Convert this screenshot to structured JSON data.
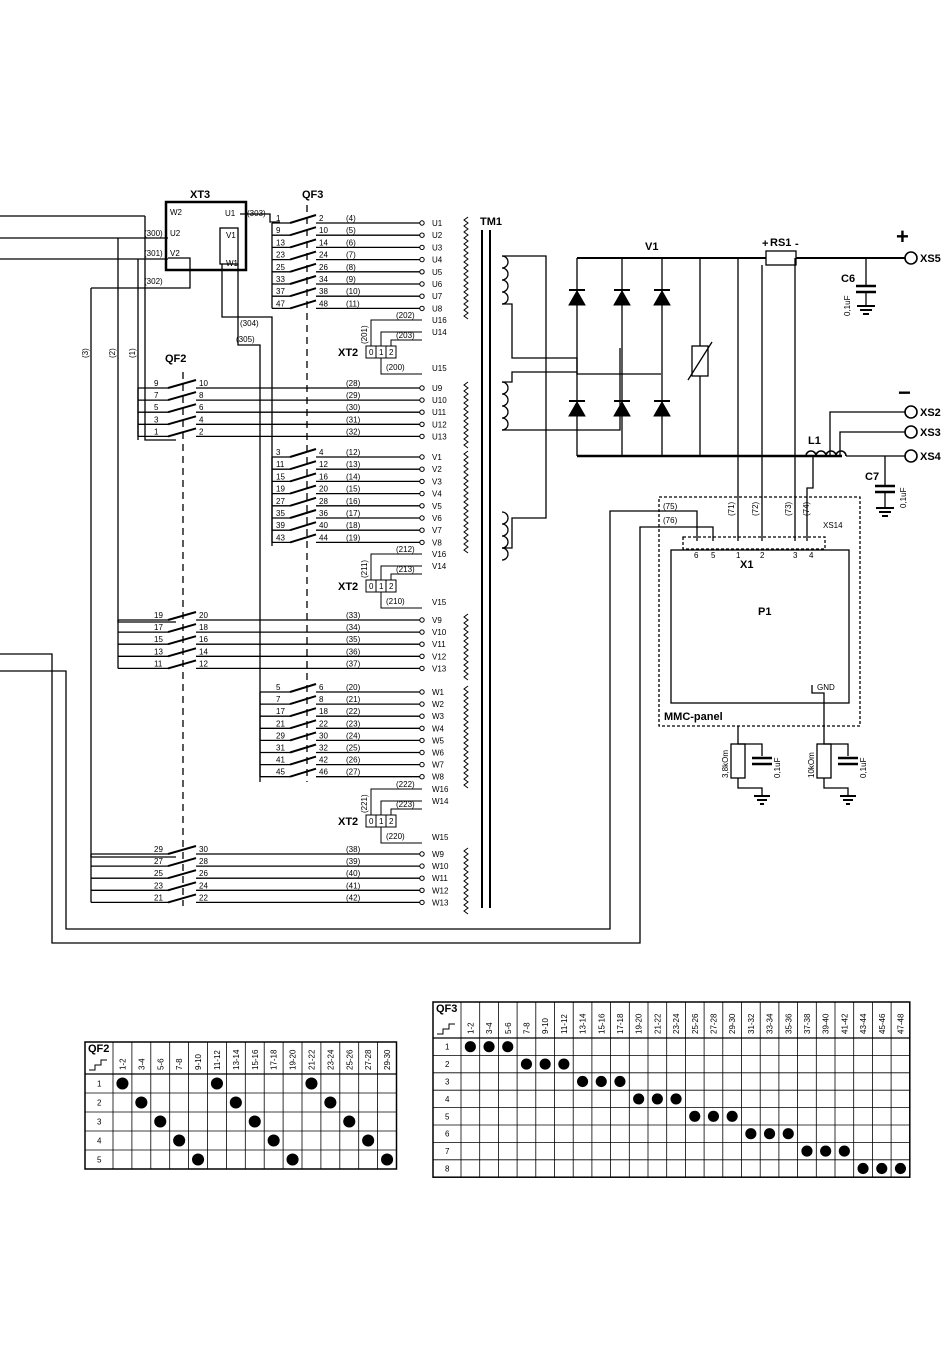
{
  "components": {
    "xt3": {
      "name": "XT3",
      "pins": [
        "W2",
        "U2",
        "V2",
        "U1",
        "V1",
        "W1"
      ]
    },
    "qf3": {
      "name": "QF3"
    },
    "qf2": {
      "name": "QF2"
    },
    "tm1": {
      "name": "TM1"
    },
    "v1": {
      "name": "V1"
    },
    "rs1": {
      "name": "RS1",
      "plus": "+",
      "minus": "-"
    },
    "l1": {
      "name": "L1"
    },
    "c6": {
      "name": "C6",
      "value": "0,1uF"
    },
    "c7": {
      "name": "C7",
      "value": "0,1uF"
    },
    "xt2": {
      "name": "XT2",
      "pins": [
        "0",
        "1",
        "2"
      ]
    },
    "xs": {
      "plus_terminal": "XS5",
      "minus_terminals": [
        "XS2",
        "XS3",
        "XS4"
      ],
      "plus_sign": "+",
      "minus_sign": "−"
    },
    "mmc": {
      "panel_label": "MMC-panel",
      "xs14": "XS14",
      "x1": "X1",
      "p1": "P1",
      "gnd": "GND",
      "x1_pins": [
        "6",
        "5",
        "1",
        "2",
        "3",
        "4"
      ]
    },
    "bottom_parts": [
      {
        "res": "3,8kOm",
        "cap": "0,1uF"
      },
      {
        "res": "10kOm",
        "cap": "0,1uF"
      }
    ]
  },
  "wires": {
    "xt3": [
      "(300)",
      "(301)",
      "(302)",
      "(303)",
      "(304)",
      "(305)"
    ],
    "left": [
      "(3)",
      "(2)",
      "(1)"
    ],
    "mmc": [
      "(75)",
      "(76)",
      "(71)",
      "(72)",
      "(73)",
      "(74)"
    ]
  },
  "qf3_u": {
    "left": [
      "1",
      "9",
      "13",
      "23",
      "25",
      "33",
      "37",
      "47"
    ],
    "right": [
      "2",
      "10",
      "14",
      "24",
      "26",
      "34",
      "38",
      "48"
    ],
    "wires": [
      "(4)",
      "(5)",
      "(6)",
      "(7)",
      "(8)",
      "(9)",
      "(10)",
      "(11)"
    ],
    "taps": [
      "U1",
      "U2",
      "U3",
      "U4",
      "U5",
      "U6",
      "U7",
      "U8"
    ]
  },
  "xt2_u": {
    "wires": [
      "(201)",
      "(202)",
      "(203)",
      "(200)"
    ],
    "taps": [
      "U16",
      "U14",
      "U15"
    ]
  },
  "qf2_u": {
    "left": [
      "9",
      "7",
      "5",
      "3",
      "1"
    ],
    "right": [
      "10",
      "8",
      "6",
      "4",
      "2"
    ],
    "wires": [
      "(28)",
      "(29)",
      "(30)",
      "(31)",
      "(32)"
    ],
    "taps": [
      "U9",
      "U10",
      "U11",
      "U12",
      "U13"
    ]
  },
  "qf3_v": {
    "left": [
      "3",
      "11",
      "15",
      "19",
      "27",
      "35",
      "39",
      "43"
    ],
    "right": [
      "4",
      "12",
      "16",
      "20",
      "28",
      "36",
      "40",
      "44"
    ],
    "wires": [
      "(12)",
      "(13)",
      "(14)",
      "(15)",
      "(16)",
      "(17)",
      "(18)",
      "(19)"
    ],
    "taps": [
      "V1",
      "V2",
      "V3",
      "V4",
      "V5",
      "V6",
      "V7",
      "V8"
    ]
  },
  "xt2_v": {
    "wires": [
      "(211)",
      "(212)",
      "(213)",
      "(210)"
    ],
    "taps": [
      "V16",
      "V14",
      "V15"
    ]
  },
  "qf2_v": {
    "left": [
      "19",
      "17",
      "15",
      "13",
      "11"
    ],
    "right": [
      "20",
      "18",
      "16",
      "14",
      "12"
    ],
    "wires": [
      "(33)",
      "(34)",
      "(35)",
      "(36)",
      "(37)"
    ],
    "taps": [
      "V9",
      "V10",
      "V11",
      "V12",
      "V13"
    ]
  },
  "qf3_w": {
    "left": [
      "5",
      "7",
      "17",
      "21",
      "29",
      "31",
      "41",
      "45"
    ],
    "right": [
      "6",
      "8",
      "18",
      "22",
      "30",
      "32",
      "42",
      "46"
    ],
    "wires": [
      "(20)",
      "(21)",
      "(22)",
      "(23)",
      "(24)",
      "(25)",
      "(26)",
      "(27)"
    ],
    "taps": [
      "W1",
      "W2",
      "W3",
      "W4",
      "W5",
      "W6",
      "W7",
      "W8"
    ]
  },
  "xt2_w": {
    "wires": [
      "(221)",
      "(222)",
      "(223)",
      "(220)"
    ],
    "taps": [
      "W16",
      "W14",
      "W15"
    ]
  },
  "qf2_w": {
    "left": [
      "29",
      "27",
      "25",
      "23",
      "21"
    ],
    "right": [
      "30",
      "28",
      "26",
      "24",
      "22"
    ],
    "wires": [
      "(38)",
      "(39)",
      "(40)",
      "(41)",
      "(42)"
    ],
    "taps": [
      "W9",
      "W10",
      "W11",
      "W12",
      "W13"
    ]
  },
  "table_qf2": {
    "title": "QF2",
    "columns": [
      "1-2",
      "3-4",
      "5-6",
      "7-8",
      "9-10",
      "11-12",
      "13-14",
      "15-16",
      "17-18",
      "19-20",
      "21-22",
      "23-24",
      "25-26",
      "27-28",
      "29-30"
    ],
    "rows": [
      "1",
      "2",
      "3",
      "4",
      "5"
    ],
    "closed": [
      [
        0,
        5,
        10
      ],
      [
        1,
        6,
        11
      ],
      [
        2,
        7,
        12
      ],
      [
        3,
        8,
        13
      ],
      [
        4,
        9,
        14
      ]
    ]
  },
  "table_qf3": {
    "title": "QF3",
    "columns": [
      "1-2",
      "3-4",
      "5-6",
      "7-8",
      "9-10",
      "11-12",
      "13-14",
      "15-16",
      "17-18",
      "19-20",
      "21-22",
      "23-24",
      "25-26",
      "27-28",
      "29-30",
      "31-32",
      "33-34",
      "35-36",
      "37-38",
      "39-40",
      "41-42",
      "43-44",
      "45-46",
      "47-48"
    ],
    "rows": [
      "1",
      "2",
      "3",
      "4",
      "5",
      "6",
      "7",
      "8"
    ],
    "closed": [
      [
        0,
        1,
        2
      ],
      [
        3,
        4,
        5
      ],
      [
        6,
        7,
        8
      ],
      [
        9,
        10,
        11
      ],
      [
        12,
        13,
        14
      ],
      [
        15,
        16,
        17
      ],
      [
        18,
        19,
        20
      ],
      [
        21,
        22,
        23
      ]
    ]
  }
}
